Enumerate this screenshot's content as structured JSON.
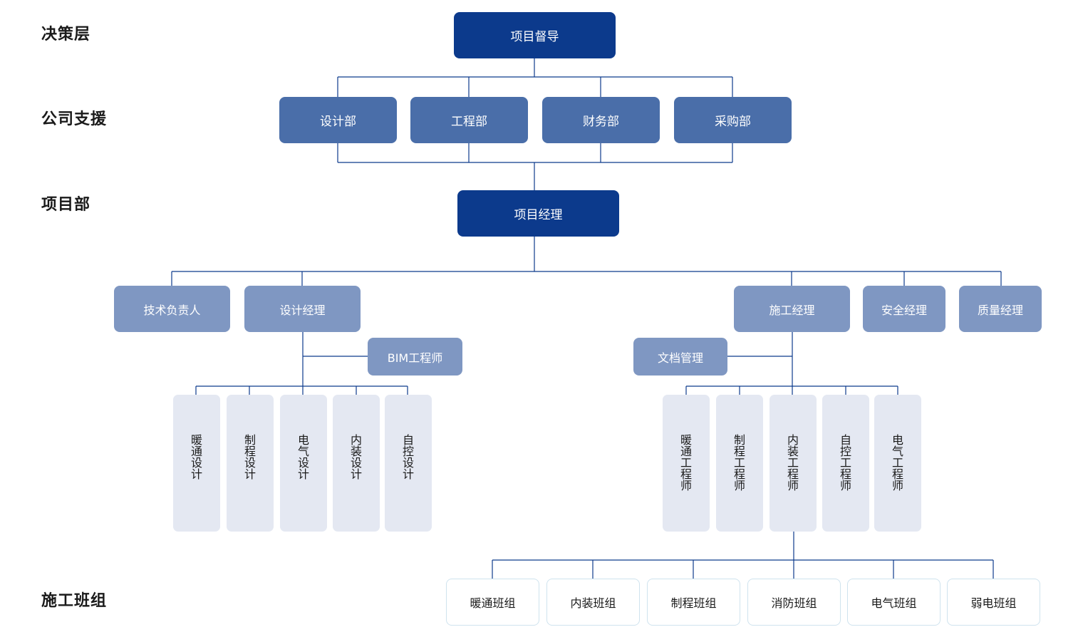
{
  "levels": {
    "decision": "决策层",
    "support": "公司支援",
    "project": "项目部",
    "construction": "施工班组"
  },
  "top": {
    "supervisor": "项目督导"
  },
  "support_depts": [
    "设计部",
    "工程部",
    "财务部",
    "采购部"
  ],
  "project": {
    "manager": "项目经理",
    "tech_lead": "技术负责人",
    "design_manager": "设计经理",
    "bim_engineer": "BIM工程师",
    "construction_manager": "施工经理",
    "safety_manager": "安全经理",
    "quality_manager": "质量经理",
    "document_management": "文档管理"
  },
  "design_units": [
    "暖通设计",
    "制程设计",
    "电气设计",
    "内装设计",
    "自控设计"
  ],
  "engineers": [
    "暖通工程师",
    "制程工程师",
    "内装工程师",
    "自控工程师",
    "电气工程师"
  ],
  "teams": [
    "暖通班组",
    "内装班组",
    "制程班组",
    "消防班组",
    "电气班组",
    "弱电班组"
  ],
  "colors": {
    "line": "#0c3a8c",
    "dark_box": "#0c3a8c",
    "mid_box": "#4a6ea9",
    "light_box": "#7f97c2",
    "tall_box": "#e4e8f2",
    "team_border": "#cfe3ee"
  }
}
